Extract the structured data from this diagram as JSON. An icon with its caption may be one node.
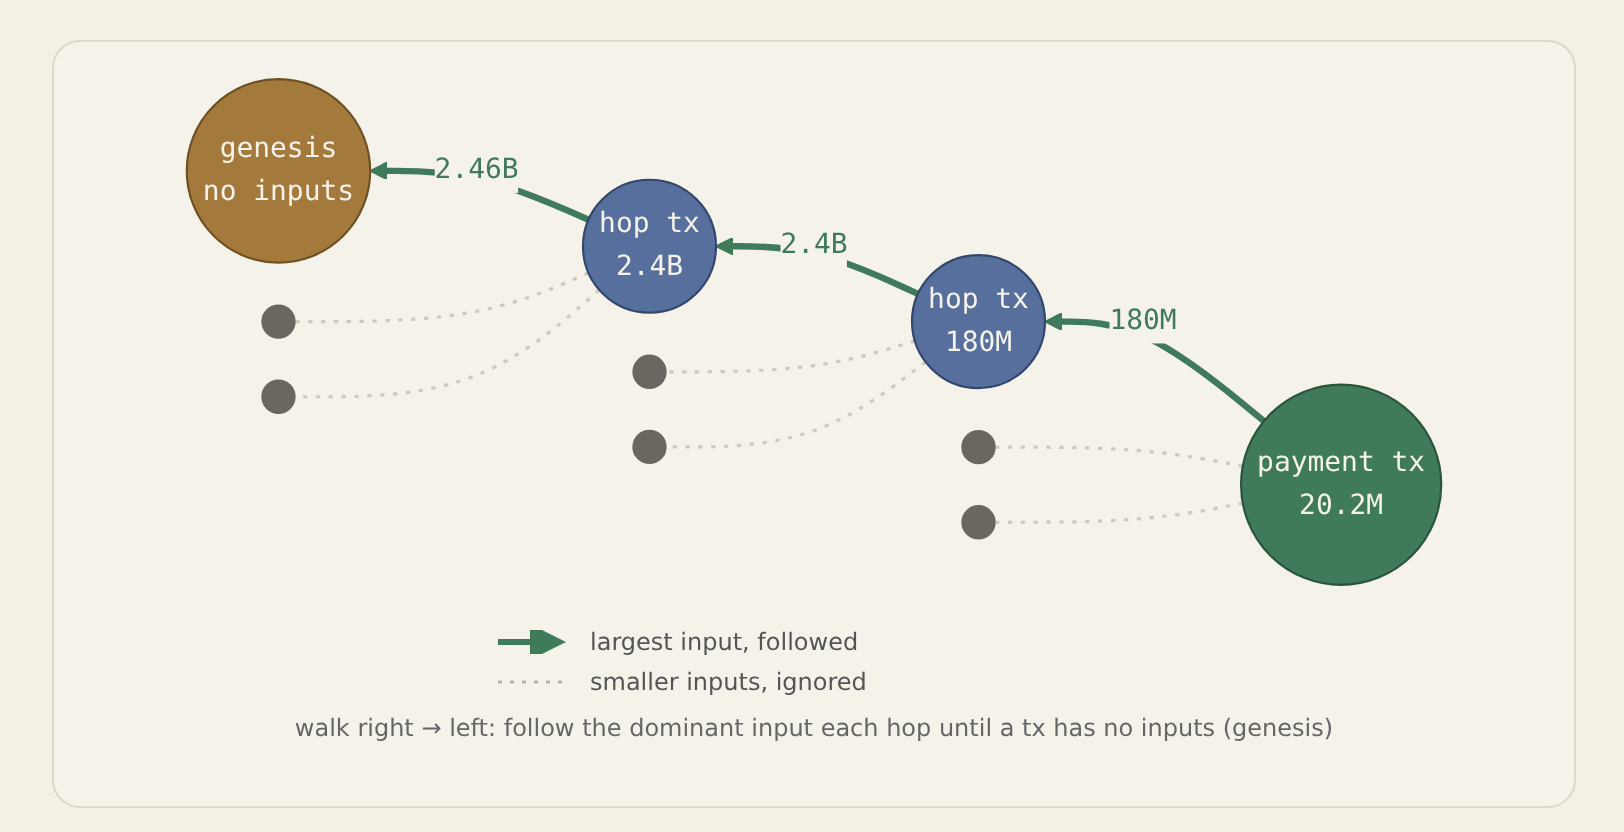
{
  "diagram": {
    "nodes": [
      {
        "text": [
          "genesis",
          "no inputs"
        ]
      },
      {
        "text": [
          "hop tx",
          "2.4B"
        ]
      },
      {
        "text": [
          "hop tx",
          "180M"
        ]
      },
      {
        "text": [
          "payment tx",
          "20.2M"
        ]
      },
      {
        "text": [],
        "shape": "circle"
      },
      {
        "text": [],
        "shape": "circle"
      },
      {
        "text": [],
        "shape": "circle"
      },
      {
        "text": [],
        "shape": "circle"
      },
      {
        "text": [],
        "shape": "circle"
      },
      {
        "text": [],
        "shape": "circle"
      }
    ],
    "edges": [
      {
        "from": 3,
        "to": 2,
        "arrow": "to",
        "label": "180M",
        "style": "thick",
        "color": "#3f7a5a"
      },
      {
        "from": 2,
        "to": 1,
        "arrow": "to",
        "label": "2.4B",
        "style": "thick",
        "color": "#3f7a5a"
      },
      {
        "from": 1,
        "to": 0,
        "arrow": "to",
        "label": "2.46B",
        "style": "thick",
        "color": "#3f7a5a"
      },
      {
        "from": 1,
        "to": 4,
        "arrow": "none",
        "style": "dashed",
        "color": "#cfcabc"
      },
      {
        "from": 1,
        "to": 5,
        "arrow": "none",
        "style": "dashed",
        "color": "#cfcabc"
      },
      {
        "from": 2,
        "to": 6,
        "arrow": "none",
        "style": "dashed",
        "color": "#cfcabc"
      },
      {
        "from": 2,
        "to": 7,
        "arrow": "none",
        "style": "dashed",
        "color": "#cfcabc"
      },
      {
        "from": 3,
        "to": 8,
        "arrow": "none",
        "style": "dashed",
        "color": "#cfcabc"
      },
      {
        "from": 3,
        "to": 9,
        "arrow": "none",
        "style": "dashed",
        "color": "#cfcabc"
      }
    ],
    "labels": [
      "walk right → left: follow the dominant input each hop until a tx has no inputs (genesis)"
    ],
    "legend": [
      {
        "text": "largest input, followed"
      },
      {
        "text": "smaller inputs, ignored"
      }
    ]
  }
}
